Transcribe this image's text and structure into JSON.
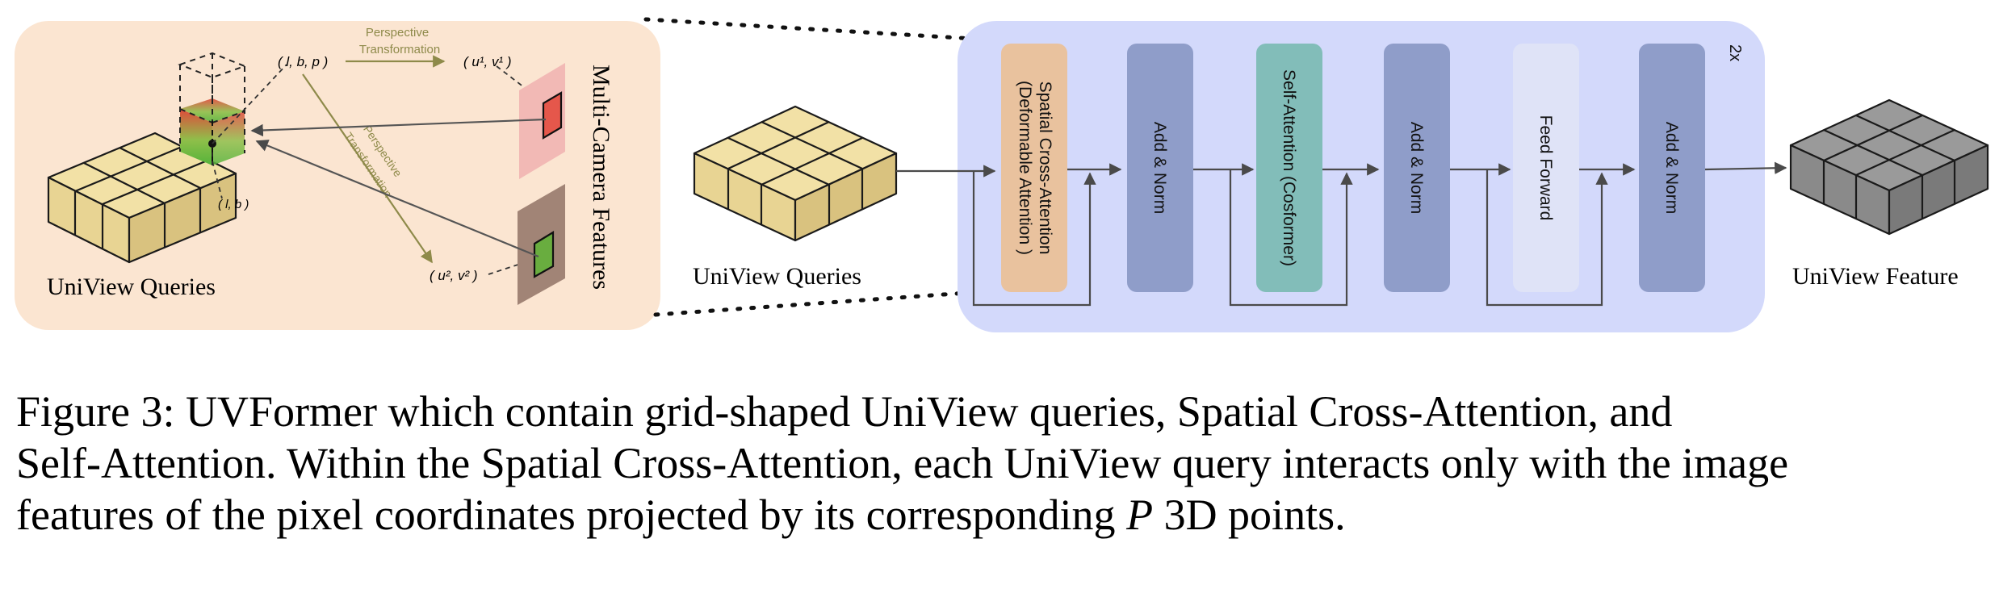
{
  "figure": {
    "left_panel": {
      "queries_label": "UniView Queries",
      "point_label": "( l, b, p )",
      "cell_label": "( l, b )",
      "transform_top": [
        "Perspective",
        "Transformation"
      ],
      "transform_diag": [
        "Perspective",
        "Transformation"
      ],
      "uv1": "( u¹, v¹ )",
      "uv2": "( u², v² )",
      "features_label": "Multi-Camera Features"
    },
    "middle": {
      "queries_label": "UniView Queries"
    },
    "encoder": {
      "repeat": "2x",
      "sca_line1": "Spatial Cross-Attention",
      "sca_line2": "(Deformable Attention )",
      "add_norm_1": "Add & Norm",
      "self_attn": "Self-Attention (Cosformer)",
      "add_norm_2": "Add & Norm",
      "ffn": "Feed Forward",
      "add_norm_3": "Add & Norm"
    },
    "output_label": "UniView Feature",
    "colors": {
      "left_panel_bg": "#fbe5d1",
      "encoder_bg": "#d3d9fb",
      "cube_top": "#f2e1a6",
      "cube_side": "#e8d493",
      "sca_block": "#e9c29e",
      "add_norm_block": "#8f9dc9",
      "self_attn_block": "#82bdb9",
      "ffn_block": "#dfe3f7",
      "output_cube": "#8a8a8a"
    }
  },
  "caption": {
    "line1": "Figure 3: UVFormer which contain grid-shaped UniView queries, Spatial Cross-Attention, and",
    "line2": "Self-Attention. Within the Spatial Cross-Attention, each UniView query interacts only with the image",
    "line3_before": "features of the pixel coordinates projected by its corresponding ",
    "line3_var": "P",
    "line3_after": " 3D points."
  }
}
